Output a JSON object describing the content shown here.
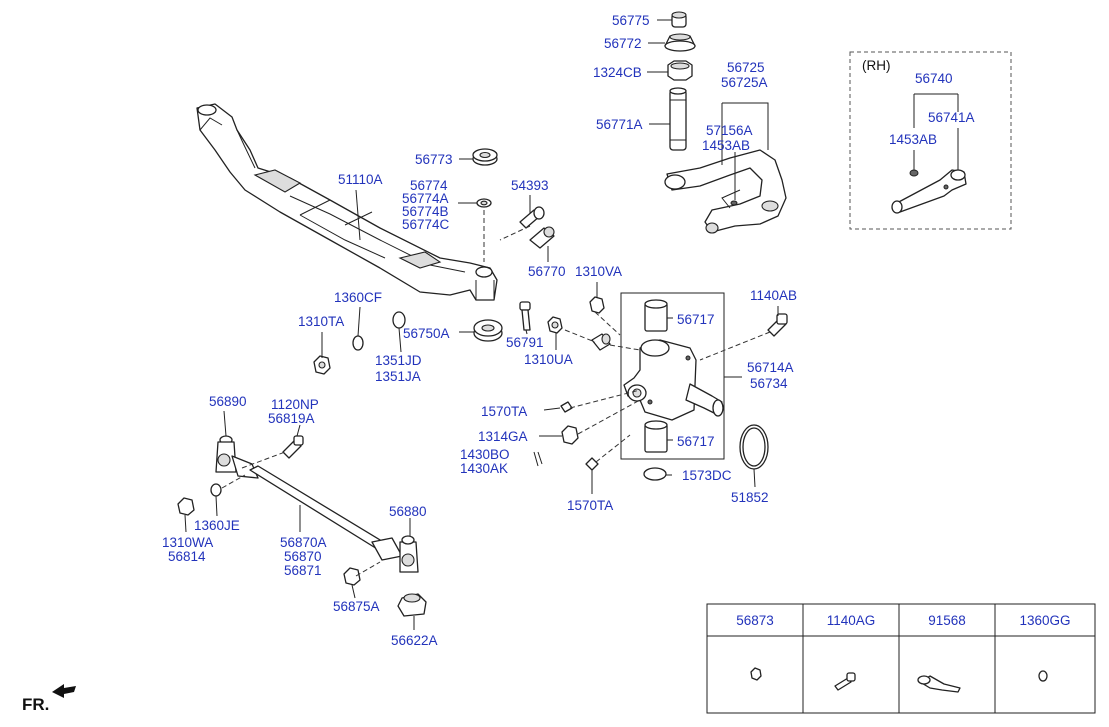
{
  "labels": {
    "l56775": "56775",
    "l56772": "56772",
    "l1324CB": "1324CB",
    "l56725": "56725",
    "l56725A": "56725A",
    "l56771A": "56771A",
    "l57156A": "57156A",
    "l1453AB": "1453AB",
    "l56773": "56773",
    "l51110A": "51110A",
    "l56774": "56774",
    "l56774A": "56774A",
    "l56774B": "56774B",
    "l56774C": "56774C",
    "l54393": "54393",
    "l56770": "56770",
    "l1310VA": "1310VA",
    "l1140AB": "1140AB",
    "l1360CF": "1360CF",
    "l1310TA": "1310TA",
    "l56750A": "56750A",
    "l56791": "56791",
    "l56717a": "56717",
    "l1351JD": "1351JD",
    "l1351JA": "1351JA",
    "l1310UA": "1310UA",
    "l56714A": "56714A",
    "l56734": "56734",
    "l56890": "56890",
    "l1120NP": "1120NP",
    "l56819A": "56819A",
    "l1570TAa": "1570TA",
    "l1314GA": "1314GA",
    "l56717b": "56717",
    "l1430BO": "1430BO",
    "l1430AK": "1430AK",
    "l1573DC": "1573DC",
    "l51852": "51852",
    "l1570TAb": "1570TA",
    "l1360JE": "1360JE",
    "l1310WA": "1310WA",
    "l56814": "56814",
    "l56870A": "56870A",
    "l56870": "56870",
    "l56871": "56871",
    "l56880": "56880",
    "l56875A": "56875A",
    "l56622A": "56622A"
  },
  "rh_box": {
    "title": "(RH)",
    "l56740": "56740",
    "l56741A": "56741A",
    "l1453AB": "1453AB"
  },
  "parts_table": {
    "headers": [
      "56873",
      "1140AG",
      "91568",
      "1360GG"
    ]
  },
  "front_marker": "FR."
}
